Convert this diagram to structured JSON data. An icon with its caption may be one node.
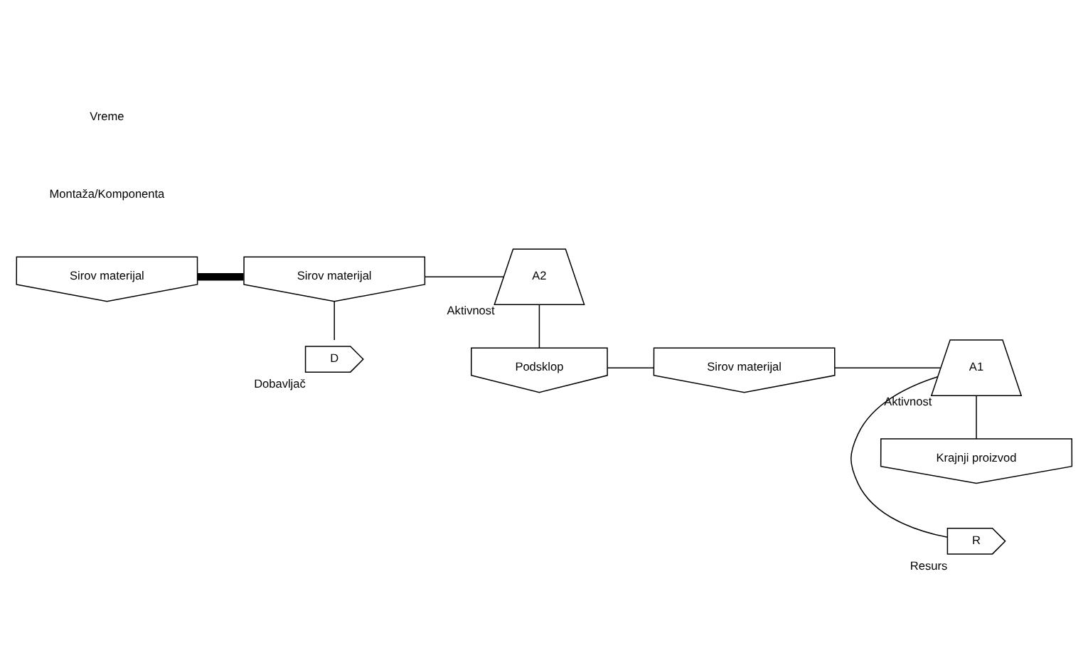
{
  "diagram": {
    "nodes": [
      {
        "text": [
          "Sirov materijal"
        ]
      },
      {
        "text": [
          "Sirov materijal"
        ]
      },
      {
        "text": [
          "D"
        ],
        "beside": [
          "Dobavljač"
        ]
      },
      {
        "text": [
          "A2"
        ],
        "beside": [
          "Aktivnost"
        ]
      },
      {
        "text": [
          "Podsklop"
        ]
      },
      {
        "text": [
          "Sirov materijal"
        ]
      },
      {
        "text": [
          "A1"
        ],
        "beside": [
          "Aktivnost"
        ]
      },
      {
        "text": [
          "R"
        ],
        "beside": [
          "Resurs"
        ]
      },
      {
        "text": [
          "Krajnji proizvod"
        ]
      }
    ],
    "edges": [
      {
        "from": 0,
        "to": 1,
        "arrow": "none",
        "style": "thick"
      },
      {
        "from": 1,
        "to": 2,
        "arrow": "none"
      },
      {
        "from": 1,
        "to": 3,
        "arrow": "none"
      },
      {
        "from": 3,
        "to": 4,
        "arrow": "none"
      },
      {
        "from": 4,
        "to": 5,
        "arrow": "none"
      },
      {
        "from": 5,
        "to": 6,
        "arrow": "none"
      },
      {
        "from": 6,
        "to": 8,
        "arrow": "none"
      },
      {
        "from": 6,
        "to": 7,
        "arrow": "none"
      }
    ],
    "labels": [
      "Montaža/Komponenta",
      "Vreme"
    ]
  }
}
